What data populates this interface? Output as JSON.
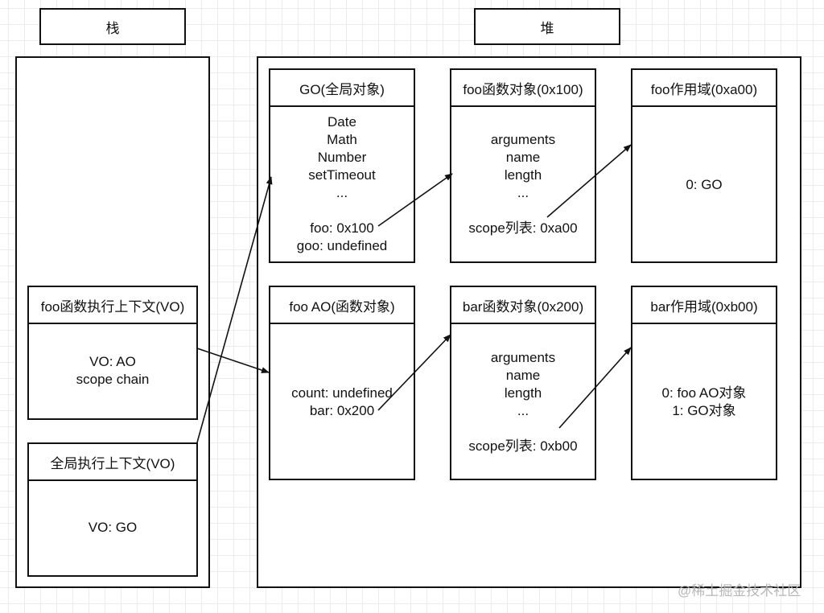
{
  "headers": {
    "stack": "栈",
    "heap": "堆"
  },
  "stack": {
    "foo_ctx": {
      "title": "foo函数执行上下文(VO)",
      "lines": [
        "VO: AO",
        "scope chain"
      ]
    },
    "global_ctx": {
      "title": "全局执行上下文(VO)",
      "lines": [
        "VO: GO"
      ]
    }
  },
  "heap": {
    "go": {
      "title": "GO(全局对象)",
      "lines": [
        "Date",
        "Math",
        "Number",
        "setTimeout",
        "...",
        "",
        "foo: 0x100",
        "goo: undefined"
      ]
    },
    "foo_func": {
      "title": "foo函数对象(0x100)",
      "lines": [
        "arguments",
        "name",
        "length",
        "...",
        "",
        "scope列表: 0xa00"
      ]
    },
    "foo_scope": {
      "title": "foo作用域(0xa00)",
      "lines": [
        "0: GO"
      ]
    },
    "foo_ao": {
      "title": "foo AO(函数对象)",
      "lines": [
        "count: undefined",
        "bar: 0x200"
      ]
    },
    "bar_func": {
      "title": "bar函数对象(0x200)",
      "lines": [
        "arguments",
        "name",
        "length",
        "...",
        "",
        "scope列表: 0xb00"
      ]
    },
    "bar_scope": {
      "title": "bar作用域(0xb00)",
      "lines": [
        "0: foo AO对象",
        "1: GO对象"
      ]
    }
  },
  "watermark": "@稀土掘金技术社区"
}
